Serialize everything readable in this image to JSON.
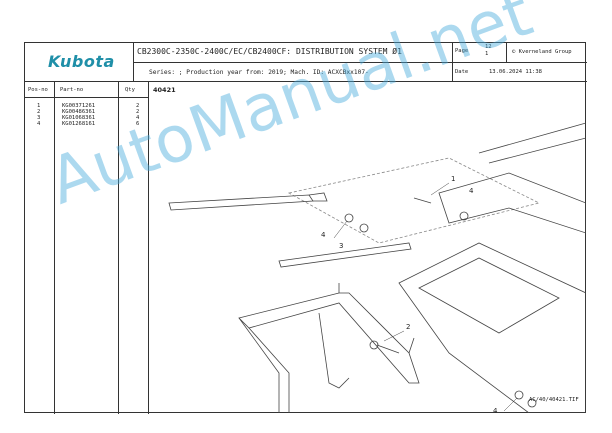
{
  "header": {
    "brand": "Kubota",
    "title": "CB2300C-2350C-2400C/EC/CB2400CF: DISTRIBUTION SYSTEM Ø1",
    "series": "Series: ; Production year from: 2019; Mach. ID: ACXCBxx107-",
    "page_label": "Page",
    "page_num": "12",
    "page_sub": "1",
    "copyright": "© Kverneland Group",
    "date_label": "Date",
    "date": "13.06.2024  11:38"
  },
  "table": {
    "columns": [
      "Pos-no",
      "Part-no",
      "Qty"
    ],
    "rows": [
      {
        "pos": "1",
        "part": "KG00371261",
        "qty": "2"
      },
      {
        "pos": "2",
        "part": "KG00486361",
        "qty": "2"
      },
      {
        "pos": "3",
        "part": "KG01068361",
        "qty": "4"
      },
      {
        "pos": "4",
        "part": "KG01268161",
        "qty": "6"
      }
    ]
  },
  "drawing": {
    "figure_id": "40421",
    "reference": "AC/40/40421.TIF",
    "callouts": [
      "1",
      "2",
      "3",
      "4"
    ]
  },
  "watermark": "AutoManual.net",
  "colors": {
    "brand": "#1f8fa8",
    "watermark": "#46aadc"
  }
}
